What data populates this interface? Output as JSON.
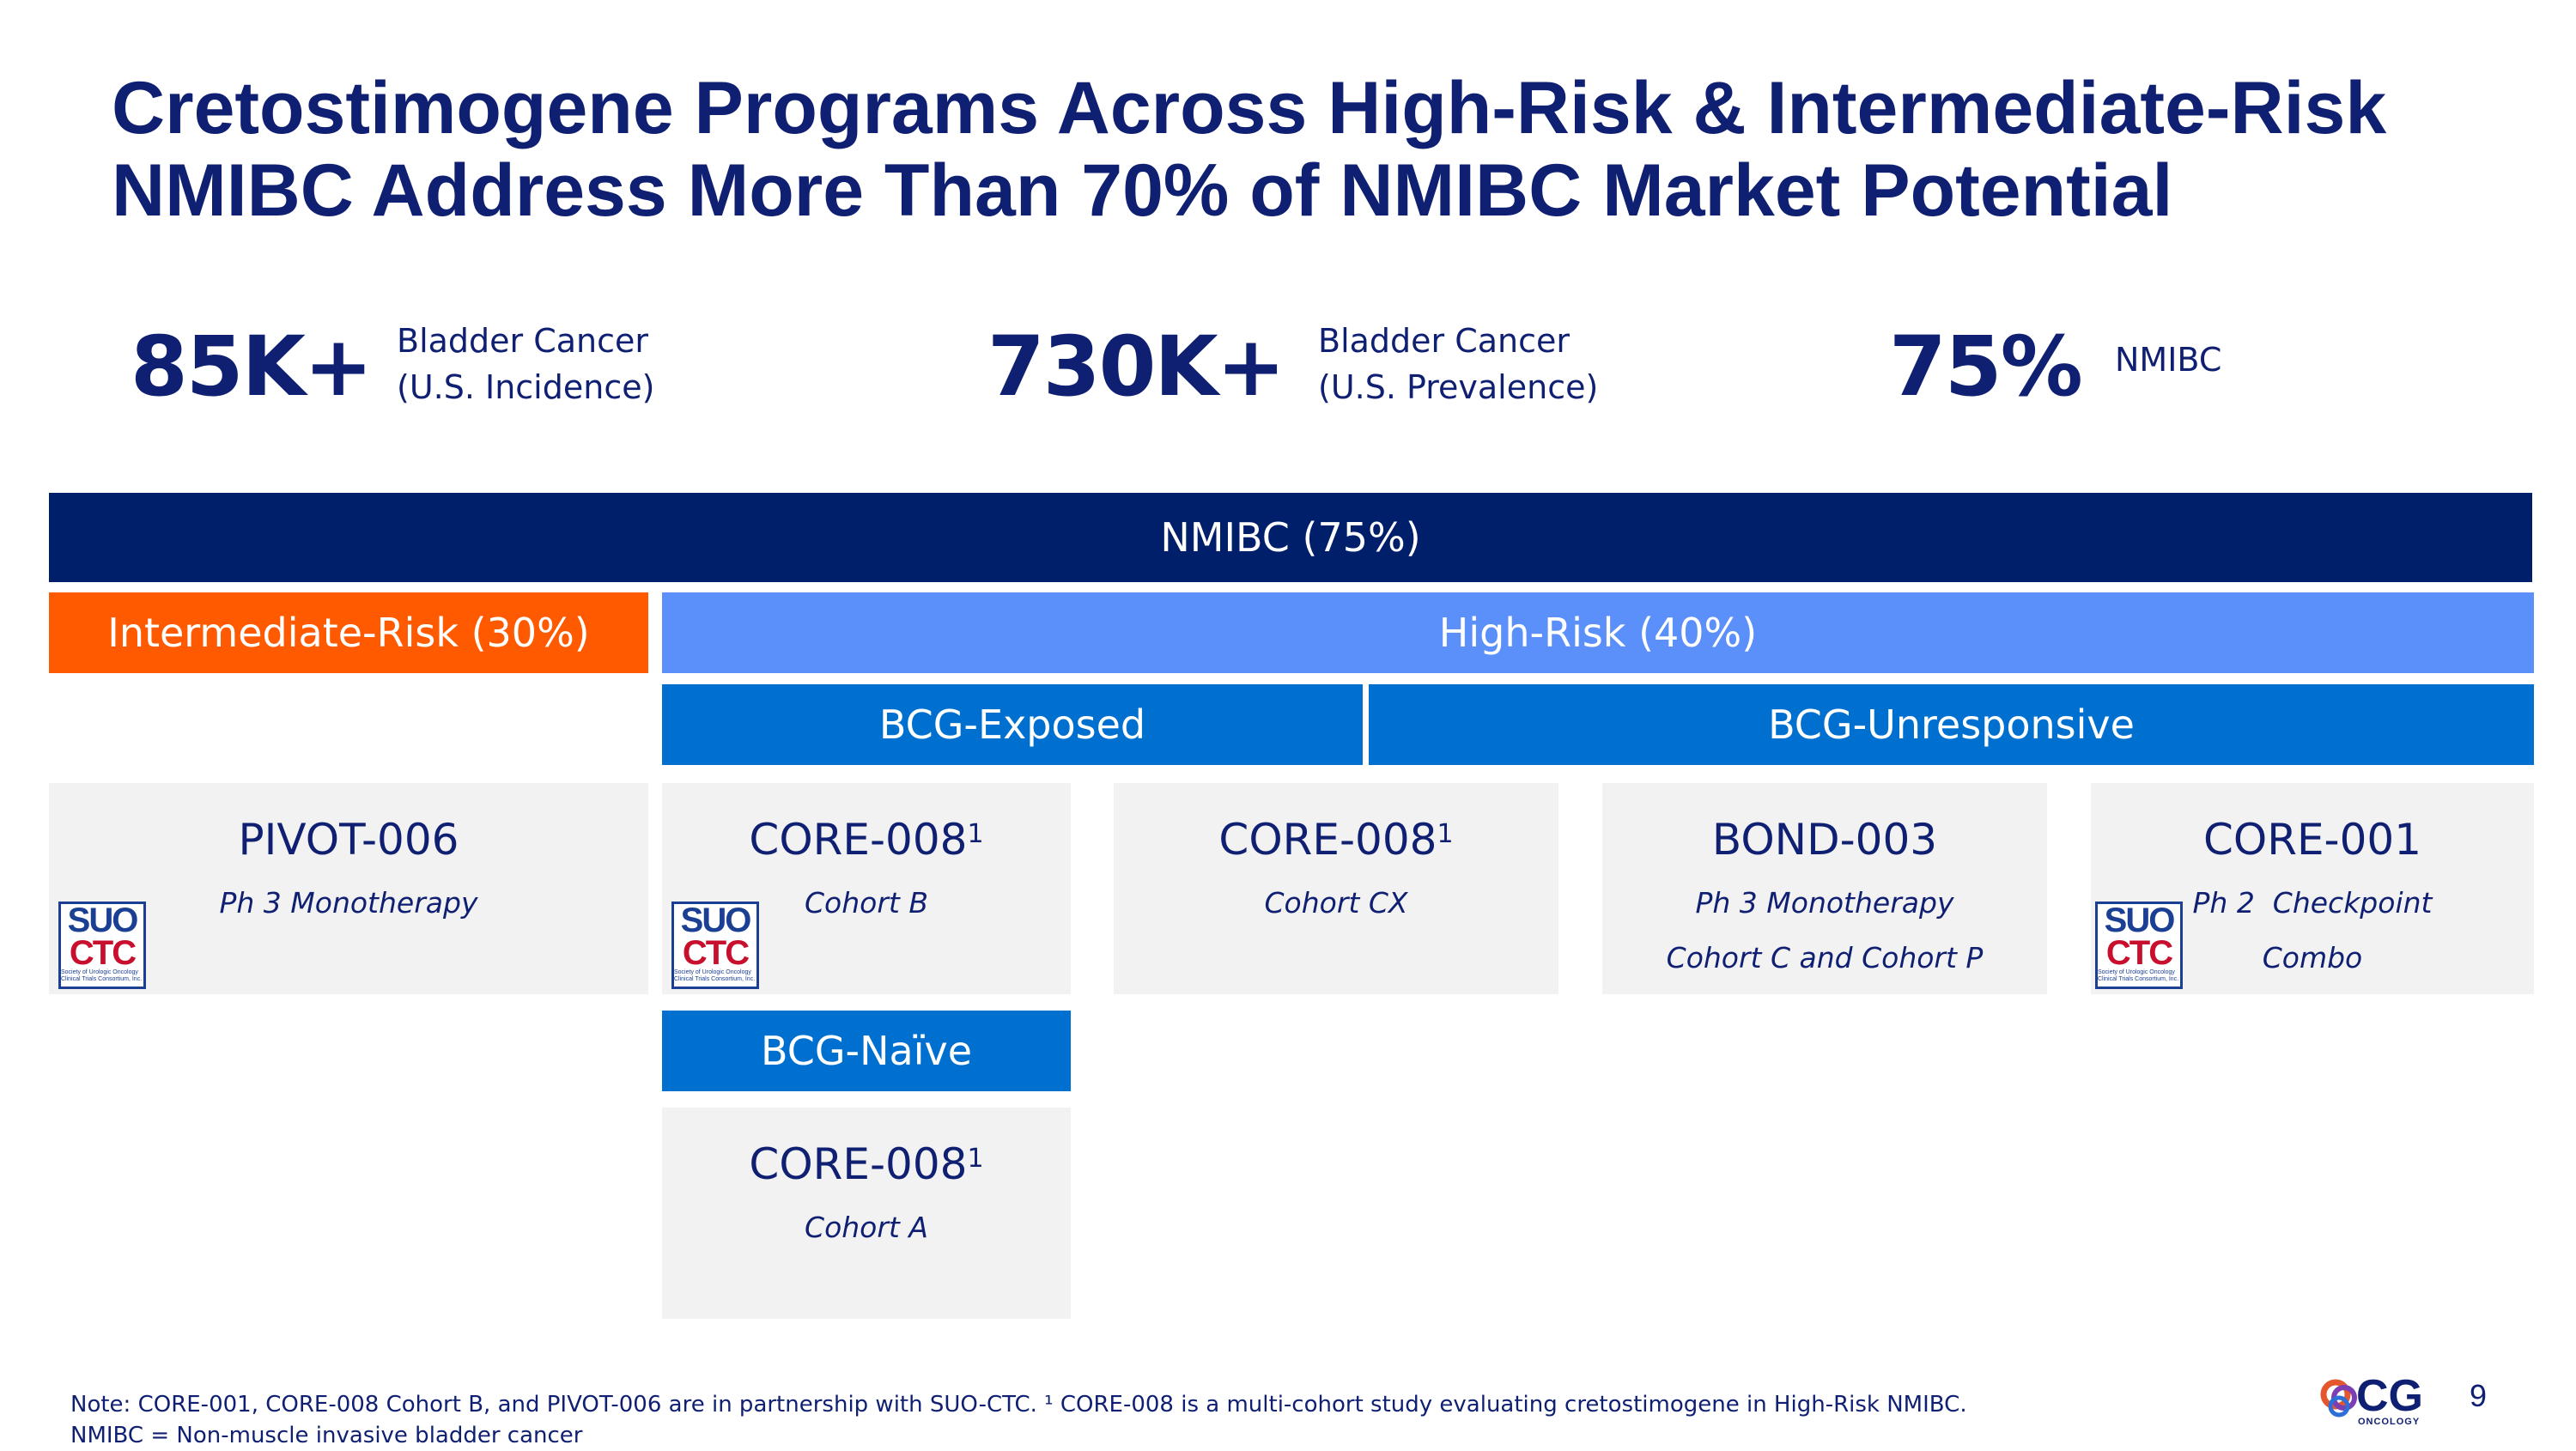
{
  "title": {
    "line1": "Cretostimogene Programs Across High-Risk & Intermediate-Risk",
    "line2": "NMIBC Address More Than 70% of NMIBC Market Potential"
  },
  "stats": [
    {
      "value": "85K+",
      "label1": "Bladder Cancer",
      "label2": "(U.S. Incidence)"
    },
    {
      "value": "730K+",
      "label1": "Bladder Cancer",
      "label2": "(U.S. Prevalence)"
    },
    {
      "value": "75%",
      "label1": "NMIBC",
      "label2": ""
    }
  ],
  "bars": {
    "nmibc": "NMIBC (75%)",
    "intermediate": "Intermediate-Risk (30%)",
    "high": "High-Risk (40%)",
    "bcg_exposed": "BCG-Exposed",
    "bcg_unresponsive": "BCG-Unresponsive",
    "bcg_naive": "BCG-Naïve"
  },
  "cards": {
    "pivot": {
      "title": "PIVOT-006",
      "sub1": "Ph 3 Monotherapy",
      "sub2": ""
    },
    "core008b": {
      "title": "CORE-008",
      "sup": "1",
      "sub1": "Cohort B",
      "sub2": ""
    },
    "core008cx": {
      "title": "CORE-008",
      "sup": "1",
      "sub1": "Cohort CX",
      "sub2": ""
    },
    "bond003": {
      "title": "BOND-003",
      "sub1": "Ph 3 Monotherapy",
      "sub2": "Cohort C and Cohort P"
    },
    "core001": {
      "title": "CORE-001",
      "sub1": "Ph 2  Checkpoint",
      "sub2": "Combo"
    },
    "core008a": {
      "title": "CORE-008",
      "sup": "1",
      "sub1": "Cohort A",
      "sub2": ""
    }
  },
  "suo_logo": {
    "line1": "SUO",
    "line2": "CTC",
    "line3": "Society of Urologic Oncology Clinical Trials Consortium, Inc."
  },
  "footer": {
    "note1": "Note: CORE-001, CORE-008 Cohort B, and PIVOT-006 are in partnership with SUO-CTC. ¹ CORE-008 is a multi-cohort study evaluating cretostimogene in High-Risk NMIBC.",
    "note2": "NMIBC = Non-muscle invasive bladder cancer",
    "page_number": "9",
    "logo_text": "CG",
    "logo_sub": "ONCOLOGY"
  },
  "colors": {
    "navy": "#001f6a",
    "orange": "#ff5a00",
    "light_blue": "#5b8ff9",
    "mid_blue": "#0070d0",
    "card_bg": "#f2f2f2",
    "text_navy": "#0f1f72"
  }
}
